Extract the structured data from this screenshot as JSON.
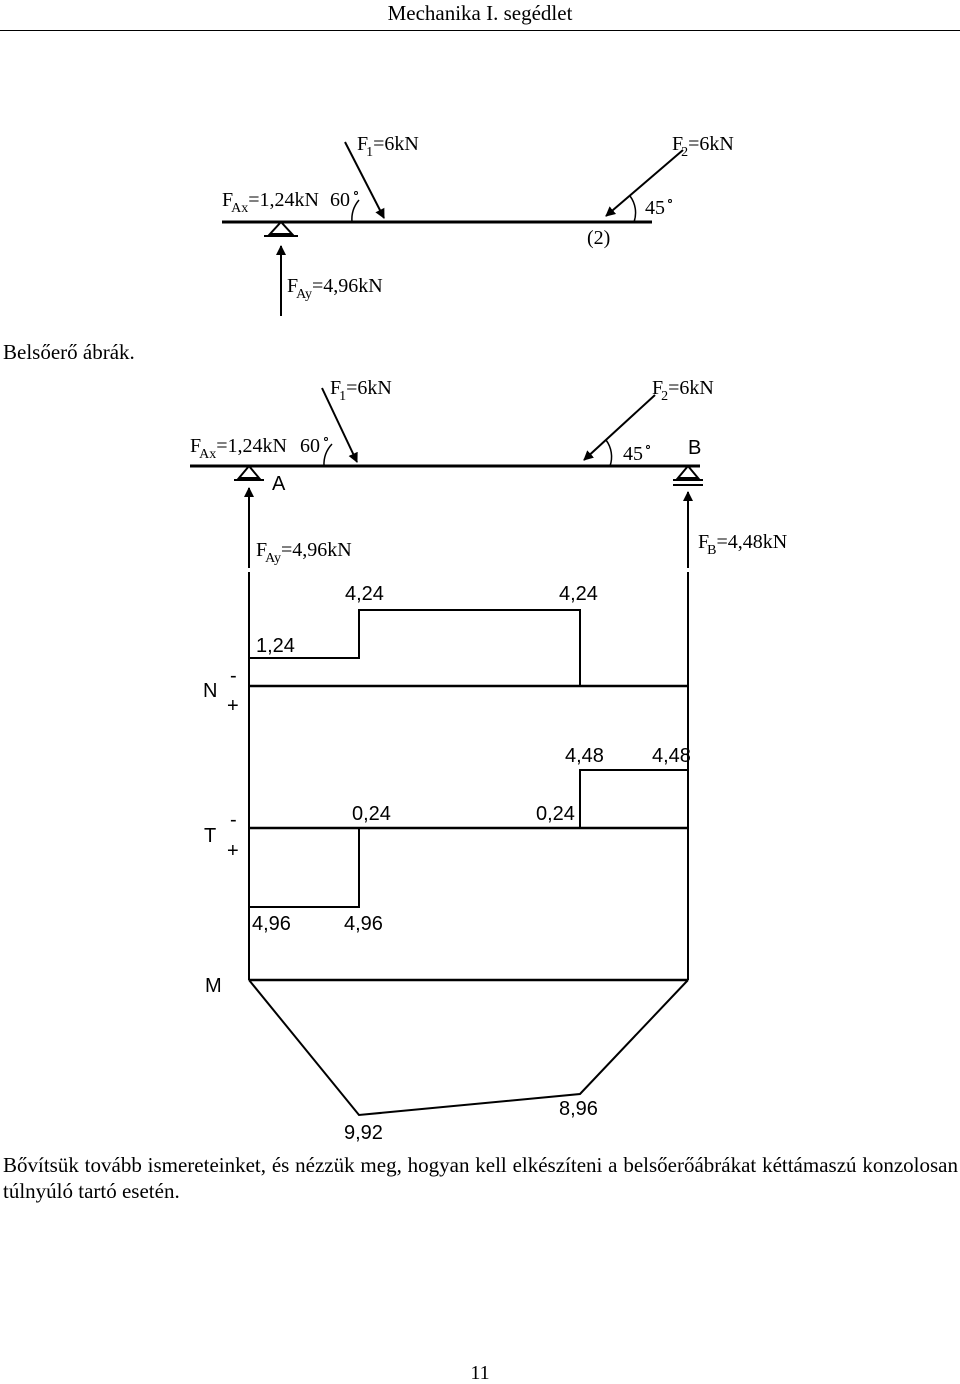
{
  "header": {
    "title": "Mechanika I. segédlet"
  },
  "section": {
    "label": "Belsőerő ábrák."
  },
  "figure1": {
    "f1_main": "F",
    "f1_sub": "1",
    "f1_val": "=6kN",
    "f2_main": "F",
    "f2_sub": "2",
    "f2_val": "=6kN",
    "fax_main": "F",
    "fax_sub": "Ax",
    "fax_val": "=1,24kN",
    "angle_60": "60",
    "angle_45": "45",
    "label_2": "(2)",
    "fay_main": "F",
    "fay_sub": "Ay",
    "fay_val": "=4,96kN"
  },
  "figure2": {
    "f1_main": "F",
    "f1_sub": "1",
    "f1_val": "=6kN",
    "f2_main": "F",
    "f2_sub": "2",
    "f2_val": "=6kN",
    "fax_main": "F",
    "fax_sub": "Ax",
    "fax_val": "=1,24kN",
    "angle_60": "60",
    "angle_45": "45",
    "label_a": "A",
    "label_b": "B",
    "fay_main": "F",
    "fay_sub": "Ay",
    "fay_val": "=4,96kN",
    "fb_main": "F",
    "fb_sub": "B",
    "fb_val": "=4,48kN"
  },
  "n_diagram": {
    "label": "N",
    "minus": "-",
    "plus": "+",
    "v1": "1,24",
    "v2": "4,24",
    "v3": "4,24"
  },
  "t_diagram": {
    "label": "T",
    "minus": "-",
    "plus": "+",
    "v_448_a": "4,48",
    "v_448_b": "4,48",
    "v_024_a": "0,24",
    "v_024_b": "0,24",
    "v_496_a": "4,96",
    "v_496_b": "4,96"
  },
  "m_diagram": {
    "label": "M",
    "v_992": "9,92",
    "v_896": "8,96"
  },
  "paragraph": {
    "text": "Bővítsük tovább ismereteinket, és nézzük meg, hogyan kell elkészíteni a belsőerőábrákat kéttámaszú konzolosan túlnyúló tartó esetén."
  },
  "footer": {
    "page_number": "11"
  }
}
